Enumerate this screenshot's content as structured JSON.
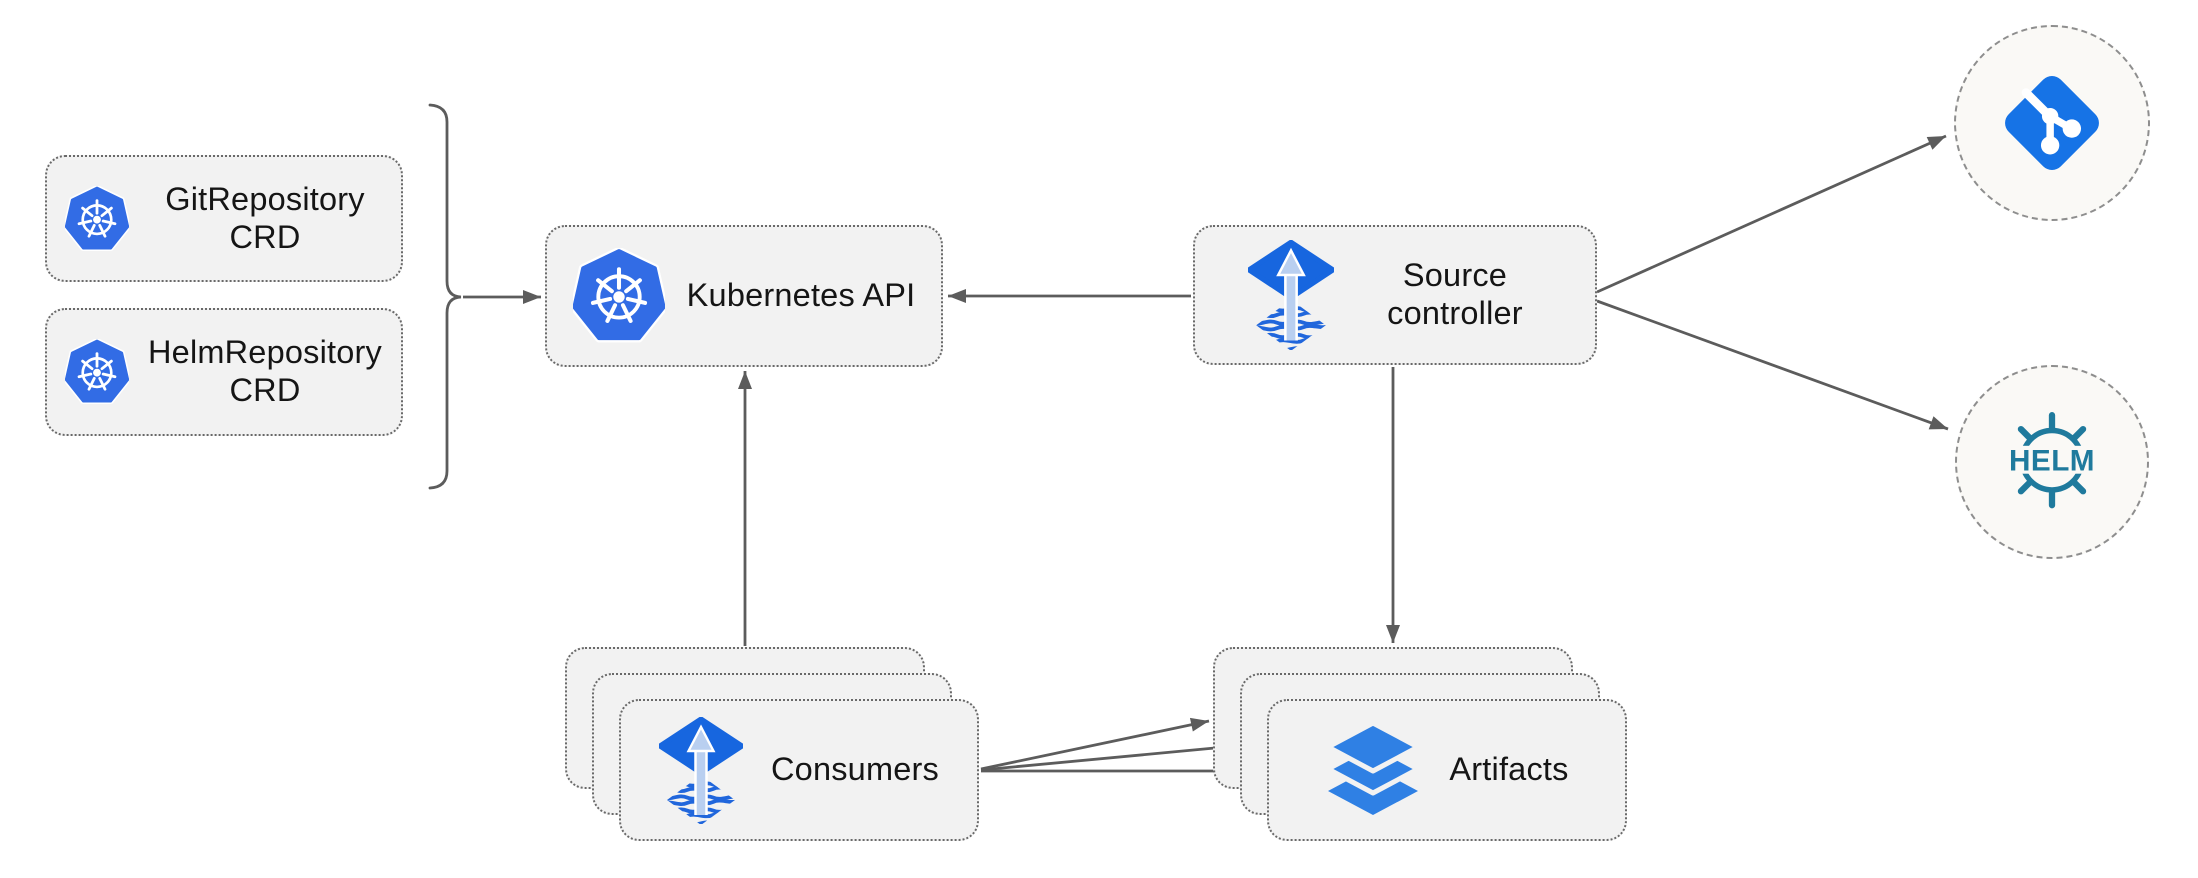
{
  "colors": {
    "background": "#ffffff",
    "node_fill": "#f2f2f2",
    "node_border": "#696969",
    "arrow": "#5c5c5c",
    "kubernetes_blue": "#326ce5",
    "flux_blue": "#1766df",
    "flux_arrow_light": "#b9cff0",
    "flux_waves_blue": "#2066dc",
    "layers_blue": "#2f80e4",
    "git_blue": "#1673e6",
    "helm_teal": "#1f7a9d",
    "endpoint_fill": "#faf9f6"
  },
  "nodes": {
    "git_repository_crd": {
      "label": "GitRepository CRD",
      "icon": "kubernetes-icon"
    },
    "helm_repository_crd": {
      "label": "HelmRepository CRD",
      "icon": "kubernetes-icon"
    },
    "kubernetes_api": {
      "label": "Kubernetes API",
      "icon": "kubernetes-icon"
    },
    "source_controller": {
      "label": "Source controller",
      "icon": "flux-source-controller-icon"
    },
    "consumers": {
      "label": "Consumers",
      "icon": "flux-source-controller-icon",
      "stack_count": 3
    },
    "artifacts": {
      "label": "Artifacts",
      "icon": "layers-icon",
      "stack_count": 3
    },
    "git_remote": {
      "icon": "git-icon"
    },
    "helm_remote": {
      "icon": "helm-icon",
      "logo_text": "HELM"
    }
  },
  "edges": [
    {
      "name": "crds-brace-to-kubernetes-api",
      "from": "git_repository_crd + helm_repository_crd",
      "to": "kubernetes_api",
      "style": "brace-then-arrow"
    },
    {
      "name": "source-controller-to-kubernetes-api",
      "from": "source_controller",
      "to": "kubernetes_api"
    },
    {
      "name": "consumers-to-kubernetes-api",
      "from": "consumers",
      "to": "kubernetes_api"
    },
    {
      "name": "source-controller-to-git-remote",
      "from": "source_controller",
      "to": "git_remote"
    },
    {
      "name": "source-controller-to-helm-remote",
      "from": "source_controller",
      "to": "helm_remote"
    },
    {
      "name": "source-controller-to-artifacts",
      "from": "source_controller",
      "to": "artifacts"
    },
    {
      "name": "consumers-to-artifacts-back",
      "from": "consumers",
      "to": "artifacts"
    },
    {
      "name": "consumers-to-artifacts-middle",
      "from": "consumers",
      "to": "artifacts"
    },
    {
      "name": "consumers-to-artifacts-front",
      "from": "consumers",
      "to": "artifacts"
    }
  ]
}
